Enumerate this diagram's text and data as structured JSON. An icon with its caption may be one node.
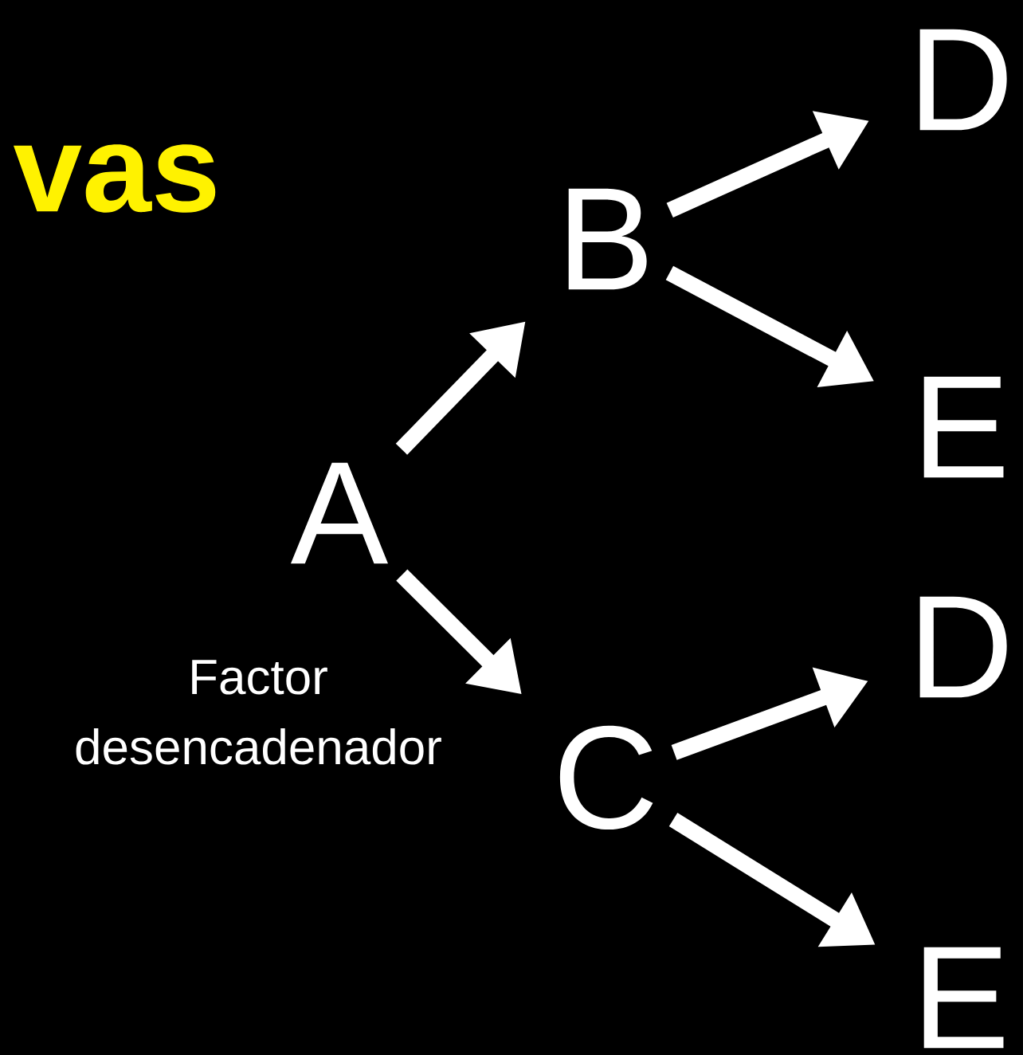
{
  "diagram": {
    "title": "vas",
    "nodes": [
      {
        "text": [
          "A"
        ]
      },
      {
        "text": [
          "B"
        ]
      },
      {
        "text": [
          "C"
        ]
      },
      {
        "text": [
          "D"
        ]
      },
      {
        "text": [
          "E"
        ]
      },
      {
        "text": [
          "D"
        ]
      },
      {
        "text": [
          "E"
        ]
      }
    ],
    "edges": [
      {
        "from": 0,
        "to": 1,
        "arrow": "to"
      },
      {
        "from": 0,
        "to": 2,
        "arrow": "to"
      },
      {
        "from": 1,
        "to": 3,
        "arrow": "to"
      },
      {
        "from": 1,
        "to": 4,
        "arrow": "to"
      },
      {
        "from": 2,
        "to": 5,
        "arrow": "to"
      },
      {
        "from": 2,
        "to": 6,
        "arrow": "to"
      }
    ],
    "labels": [
      "Factor desencadenador"
    ]
  }
}
